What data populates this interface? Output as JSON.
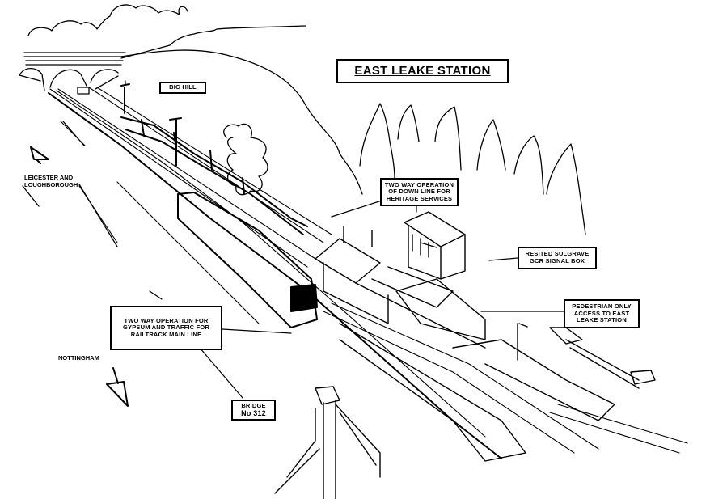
{
  "diagram": {
    "title": "EAST LEAKE STATION",
    "labels": {
      "big_hill": "BIG HILL",
      "heritage": [
        "TWO WAY OPERATION",
        "OF DOWN LINE FOR",
        "HERITAGE SERVICES"
      ],
      "signal_box": [
        "RESITED SULGRAVE",
        "GCR SIGNAL BOX"
      ],
      "pedestrian": [
        "PEDESTRIAN ONLY",
        "ACCESS TO EAST",
        "LEAKE STATION"
      ],
      "gypsum": [
        "TWO WAY OPERATION FOR",
        "GYPSUM AND TRAFFIC FOR",
        "RAILTRACK MAIN LINE"
      ],
      "bridge": [
        "BRIDGE",
        "No 312"
      ],
      "leicester": [
        "LEICESTER AND",
        "LOUGHBOROUGH"
      ],
      "nottingham": "NOTTINGHAM"
    },
    "colors": {
      "ink": "#000000",
      "paper": "#ffffff"
    }
  }
}
